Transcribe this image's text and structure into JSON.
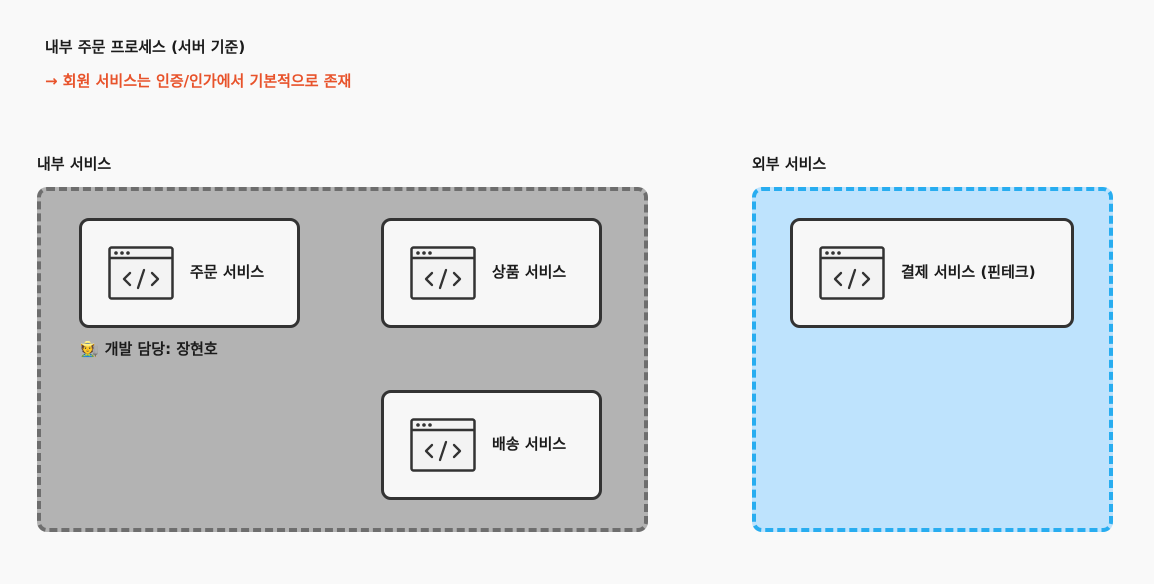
{
  "header": {
    "title": "내부 주문 프로세스 (서버 기준)",
    "note": "→ 회원 서비스는 인증/인가에서 기본적으로 존재"
  },
  "groups": {
    "internal": {
      "label": "내부 서비스",
      "services": {
        "order": "주문 서비스",
        "product": "상품 서비스",
        "delivery": "배송 서비스"
      },
      "owner": {
        "emoji": "🧑‍🌾",
        "text": "개발 담당: 장현호"
      }
    },
    "external": {
      "label": "외부 서비스",
      "services": {
        "payment": "결제 서비스 (핀테크)"
      }
    }
  },
  "icons": {
    "service": "code-window-icon"
  },
  "colors": {
    "accent_text": "#e8532b",
    "internal_fill": "#b3b3b3",
    "internal_border": "#6e6e6e",
    "external_fill": "#bee3fd",
    "external_border": "#28adf0"
  }
}
